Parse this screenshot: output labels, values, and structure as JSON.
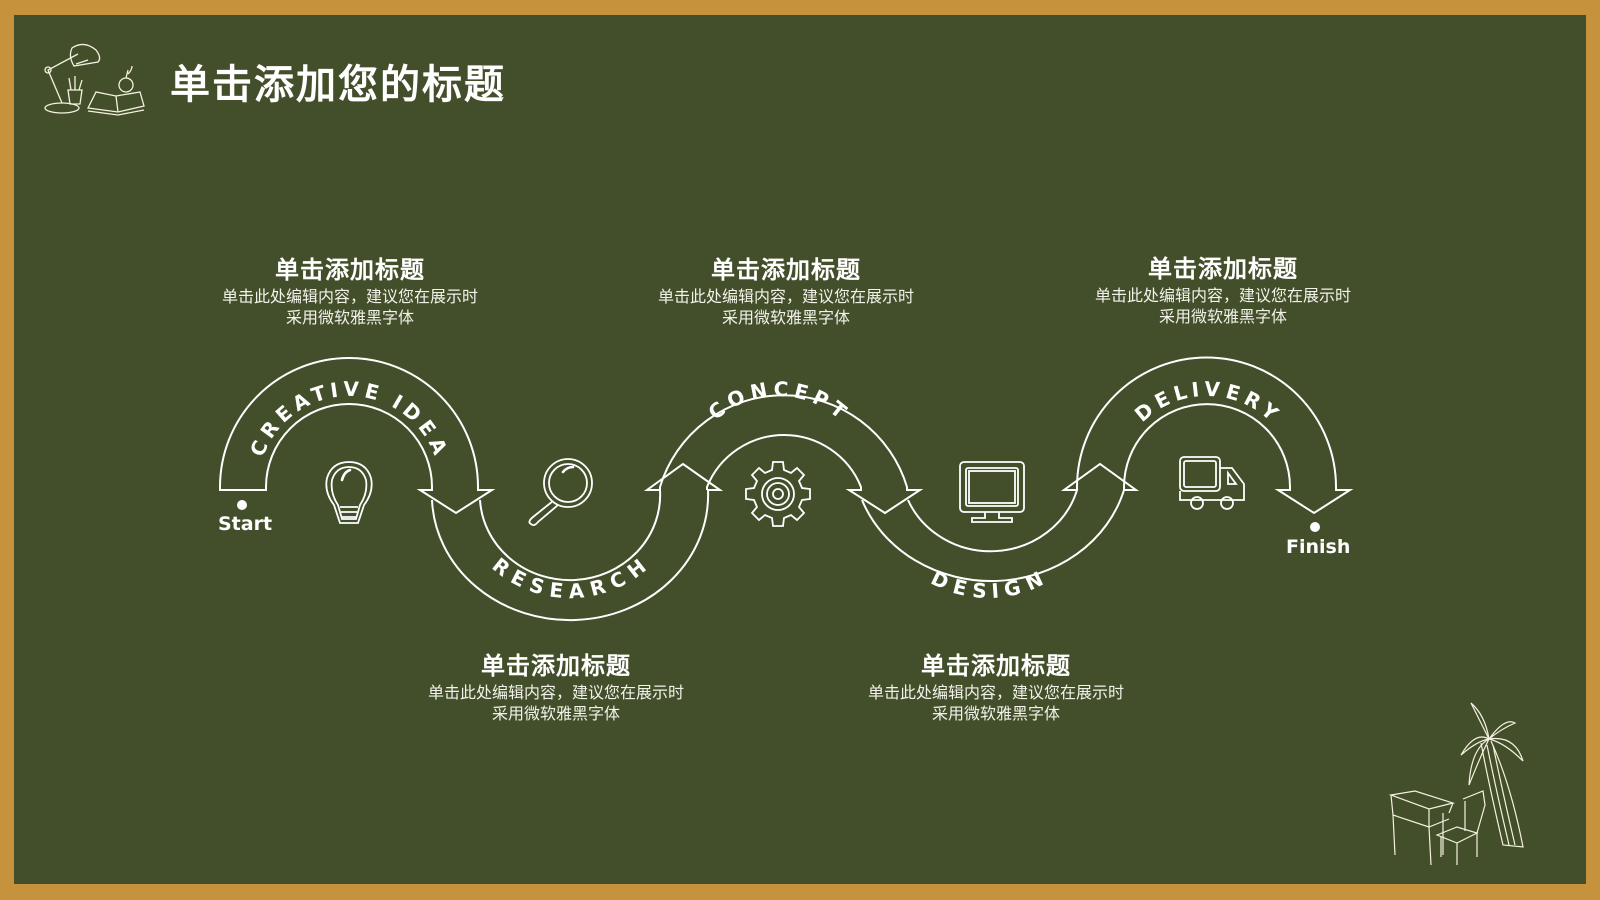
{
  "page": {
    "title": "单击添加您的标题",
    "colors": {
      "frame": "#C6923B",
      "board": "#434F2A",
      "chalk": "#FFFFFF"
    }
  },
  "flow": {
    "start_label": "Start",
    "finish_label": "Finish",
    "stages": [
      {
        "label": "CREATIVE IDEA",
        "icon": "lightbulb-icon",
        "position": "top"
      },
      {
        "label": "RESEARCH",
        "icon": "magnifier-icon",
        "position": "bottom"
      },
      {
        "label": "CONCEPT",
        "icon": "gear-icon",
        "position": "top"
      },
      {
        "label": "DESIGN",
        "icon": "monitor-icon",
        "position": "bottom"
      },
      {
        "label": "DELIVERY",
        "icon": "truck-icon",
        "position": "top"
      }
    ]
  },
  "blocks": [
    {
      "title": "单击添加标题",
      "line1": "单击此处编辑内容，建议您在展示时",
      "line2": "采用微软雅黑字体"
    },
    {
      "title": "单击添加标题",
      "line1": "单击此处编辑内容，建议您在展示时",
      "line2": "采用微软雅黑字体"
    },
    {
      "title": "单击添加标题",
      "line1": "单击此处编辑内容，建议您在展示时",
      "line2": "采用微软雅黑字体"
    },
    {
      "title": "单击添加标题",
      "line1": "单击此处编辑内容，建议您在展示时",
      "line2": "采用微软雅黑字体"
    },
    {
      "title": "单击添加标题",
      "line1": "单击此处编辑内容，建议您在展示时",
      "line2": "采用微软雅黑字体"
    }
  ]
}
